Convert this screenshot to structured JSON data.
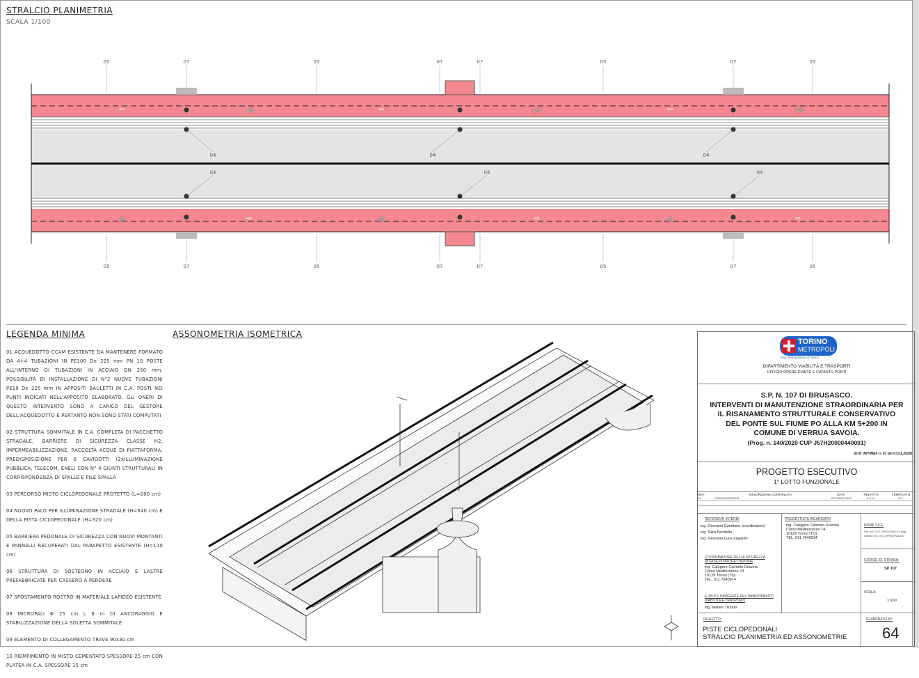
{
  "plan": {
    "title": "STRALCIO PLANIMETRIA",
    "scale": "SCALA 1/100",
    "top_labels": [
      "05",
      "07",
      "05",
      "07",
      "07",
      "05",
      "07",
      "05"
    ],
    "bottom_labels": [
      "05",
      "07",
      "05",
      "07",
      "07",
      "05",
      "07",
      "05"
    ],
    "pole_labels_upper": [
      "04",
      "04",
      "04"
    ],
    "pole_labels_lower": [
      "04",
      "04",
      "04"
    ],
    "lane_color": "#f4878f",
    "road_color": "#e4e4e4"
  },
  "legend": {
    "title": "LEGENDA MINIMA",
    "items": [
      "01 ACQUEDOTTO CCAM ESISTENTE DA MANTENERE FORMATO DA 4+4 TUBAZIONI IN PE100 De 225 mm PN 10 POSTE ALL'INTERNO DI TUBAZIONI IN ACCIAIO DN 250 mm. POSSIBILITÀ DI INSTALLAZIONE DI N°2 NUOVE TUBAZIONI PE10 De 225 mm IN APPOSITI BAULETTI IN C.A. POSTI NEI PUNTI INDICATI NELL'APPOSITO ELABORATO. GLI ONERI DI QUESTO INTERVENTO SONO A CARICO DEL GESTORE DELL'ACQUEDOTTO E PERTANTO NON SONO STATI COMPUTATI",
      "02 STRUTTURA SOMMITALE IN C.A. COMPLETA DI PACCHETTO STRADALE, BARRIERE DI SICUREZZA CLASSE H2, IMPERMEABILIZZAZIONE, RACCOLTA ACQUE DI PIATTAFORMA, PREDISPOSIZIONE PER 8 CAVIDOTTI (2xILLUMINAZIONE PUBBLICA, TELECOM, ENEL) CON N° 4 GIUNTI STRUTTURALI IN CORRISPONDENZA DI SPALLE E PILE SPALLA",
      "03 PERCORSO MISTO CICLOPEDONALE PROTETTO (L=200 cm)",
      "04 NUOVO PALO PER ILLUMINAZIONE STRADALE (H=640 cm) E DELLA PISTA CICLOPEDONALE (H=320 cm)",
      "05 BARRIERA PEDONALE DI SICUREZZA CON NUOVI MONTANTI E PANNELLI RECUPERATI DAL PARAPETTO ESISTENTE (H=110 cm)",
      "06 STRUTTURA DI SOSTEGNO IN ACCIAIO E LASTRE PREFABBRICATE PER CASSERO A PERDERE",
      "07 SPOSTAMENTO ROSTRO IN MATERIALE LAPIDEO ESISTENTE",
      "08 MICROPALI Φ 25 cm L 8 m DI ANCORAGGIO E STABILIZZAZIONE DELLA SOLETTA SOMMITALE",
      "09 ELEMENTO DI COLLEGAMENTO TRAVE 90x30 cm",
      "10 RIEMPIMENTO IN MISTO CEMENTATO SPESSORE 25 cm CON PLATEA IN C.A. SPESSORE 15 cm"
    ]
  },
  "iso": {
    "title": "ASSONOMETRIA ISOMETRICA"
  },
  "titleblock": {
    "logo_line1": "TORINO",
    "logo_line2": "METROPOLI",
    "logo_tag": "Città metropolitana di Torino",
    "dept": "DIPARTIMENTO VIABILITÀ E TRASPORTI",
    "office": "UFFICIO OPERE D'ARTE E CATASTO PONTI",
    "project": [
      "S.P. N. 107 DI BRUSASCO.",
      "INTERVENTI DI MANUTENZIONE STRAORDINARIA PER",
      "IL RISANAMENTO STRUTTURALE CONSERVATIVO",
      "DEL PONTE SUL FIUME PO ALLA KM 5+200 IN",
      "COMUNE DI VERRUA SAVOIA."
    ],
    "prog": "(Prog. n. 140/2020   CUP J57H20000440001)",
    "decree": "(D.M. MIT/MEF n. 01 del 03.01.2020)",
    "phase": "PROGETTO ESECUTIVO",
    "lot": "1° LOTTO FUNZIONALE",
    "rev_headers": [
      "REV.",
      "DESCRIZIONE-CONTENUTO",
      "DATA",
      "REDATTO",
      "VERIFICATO"
    ],
    "rev_row": [
      "00",
      "PRIMA EMISSIONE",
      "OTTOBRE 2024",
      "E.C.G.",
      "M.T."
    ],
    "ref_title": "REFERENTI INTERNI",
    "refs": [
      "ing. Giovanni Candiano (coordinatore)",
      "ing. Sara Serritella",
      "ing. Giovanni Luca Zagardo"
    ],
    "designer_title": "PROGETTISTA INCARICATO",
    "designer": [
      "ing. Calogero Carmelo Gravina",
      "Corso Mediterraneo 74",
      "10129 Torino (TO)",
      "TEL. 011.7640914"
    ],
    "safety_title": [
      "COORDINATORE DELLA SICUREZZA",
      "IN FASE DI PROGETTAZIONE"
    ],
    "safety": [
      "ing. Calogero Carmelo Gravina",
      "Corso Mediterraneo 74",
      "10129 Torino (TO)",
      "TEL. 011.7640914"
    ],
    "rup_title": [
      "IL RUP E DIRIGENTE DEL DIPARTIMENTO",
      "VIABILITÀ E TRASPORTI"
    ],
    "rup": "ing. Matteo Tizzani",
    "file_label": "NOME FILE:",
    "file_lines": [
      "File: 64_CICLOPEDONALE1.dwg",
      "Layout: 64_CICLOPEDONALE1"
    ],
    "road_label": "CODICE ID. STRADA:",
    "road": "SP 107",
    "scale_label": "SCALA:",
    "scale": "1:100",
    "object_label": "OGGETTO:",
    "object": [
      "PISTE  CICLOPEDONALI",
      "STRALCIO PLANIMETRIA ED ASSONOMETRIE"
    ],
    "elab_label": "ELABORATO N°:",
    "elab": "64"
  }
}
